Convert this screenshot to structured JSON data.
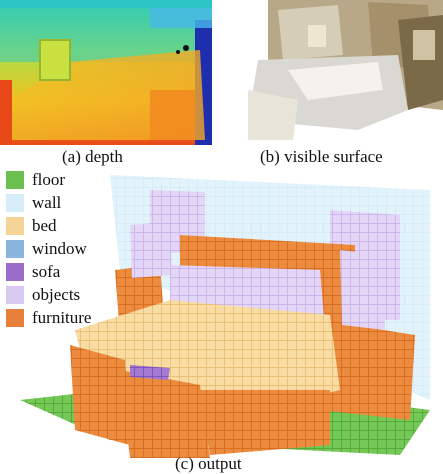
{
  "figure": {
    "panels": [
      {
        "id": "a",
        "caption": "(a) depth"
      },
      {
        "id": "b",
        "caption": "(b) visible surface"
      },
      {
        "id": "c",
        "caption": "(c) output"
      }
    ]
  },
  "legend": {
    "items": [
      {
        "label": "floor",
        "color": "#6bbf4e"
      },
      {
        "label": "wall",
        "color": "#d6ecf7"
      },
      {
        "label": "bed",
        "color": "#f5d597"
      },
      {
        "label": "window",
        "color": "#8ab4dc"
      },
      {
        "label": "sofa",
        "color": "#9a6cc8"
      },
      {
        "label": "objects",
        "color": "#d9c8f0"
      },
      {
        "label": "furniture",
        "color": "#e6803a"
      }
    ]
  },
  "colors": {
    "depth_far": "#1d2fae",
    "depth_near": "#e03018",
    "voxel_edge": "#ffffff"
  }
}
